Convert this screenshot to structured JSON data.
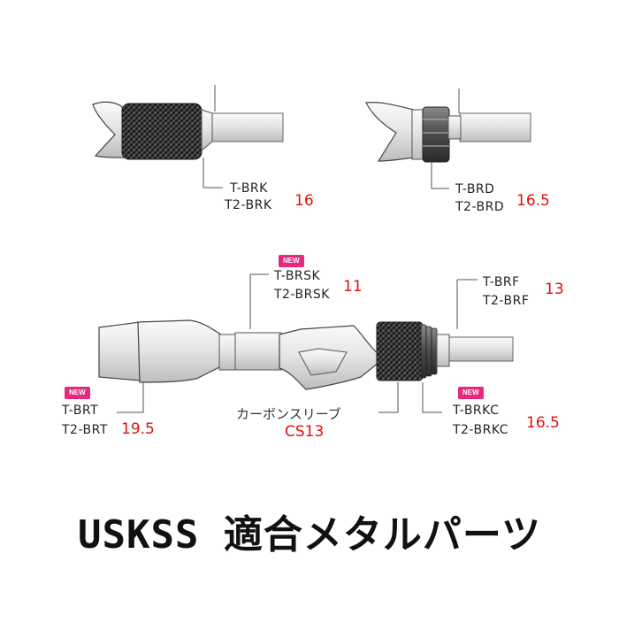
{
  "parts": {
    "brk": {
      "code1": "T-BRK",
      "code2": "T2-BRK",
      "size": "16"
    },
    "brd": {
      "code1": "T-BRD",
      "code2": "T2-BRD",
      "size": "16.5"
    },
    "brsk": {
      "badge": "NEW",
      "code1": "T-BRSK",
      "code2": "T2-BRSK",
      "size": "11"
    },
    "brf": {
      "code1": "T-BRF",
      "code2": "T2-BRF",
      "size": "13"
    },
    "brt": {
      "badge": "NEW",
      "code1": "T-BRT",
      "code2": "T2-BRT",
      "size": "19.5"
    },
    "sleeve": {
      "label": "カーボンスリーブ",
      "size": "CS13"
    },
    "brkc": {
      "badge": "NEW",
      "code1": "T-BRKC",
      "code2": "T2-BRKC",
      "size": "16.5"
    }
  },
  "title": "USKSS 適合メタルパーツ",
  "colors": {
    "size_text": "#e01010",
    "badge": "#e6287f",
    "line": "#555555"
  }
}
